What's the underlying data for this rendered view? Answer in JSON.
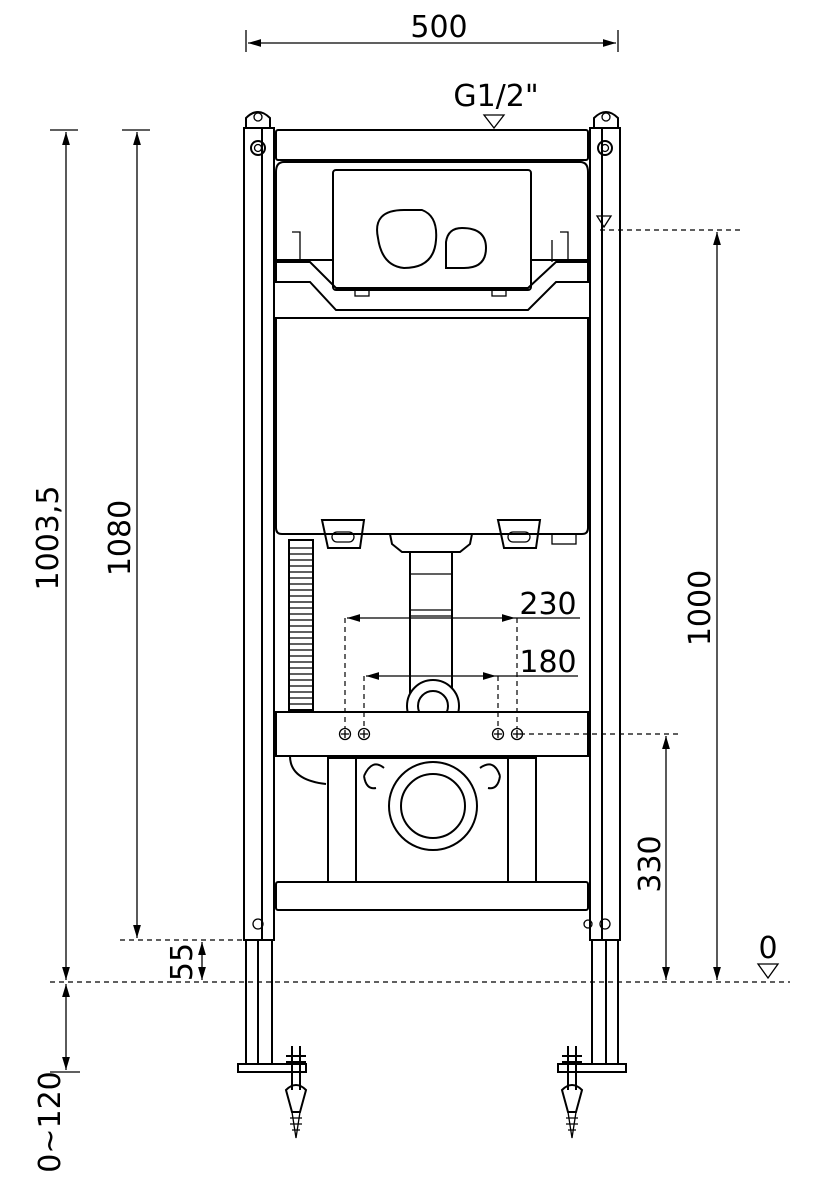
{
  "dimensions": {
    "width_top": "500",
    "supply": "G1/2\"",
    "total_height": "1003,5",
    "frame_height": "1080",
    "flush_height": "1000",
    "bolt_spacing_outer": "230",
    "bolt_spacing_inner": "180",
    "outlet_height": "330",
    "foot_offset": "55",
    "zero_level": "0",
    "leg_adjust": "0~120"
  }
}
